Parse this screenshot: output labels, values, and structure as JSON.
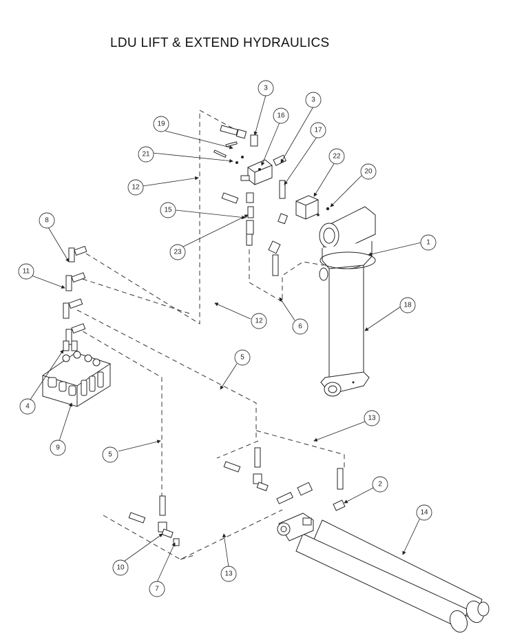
{
  "title": "LDU LIFT & EXTEND HYDRAULICS",
  "callouts": [
    "1",
    "2",
    "3",
    "3",
    "4",
    "5",
    "5",
    "6",
    "7",
    "8",
    "9",
    "10",
    "11",
    "12",
    "12",
    "13",
    "13",
    "14",
    "15",
    "16",
    "17",
    "18",
    "19",
    "20",
    "21",
    "22",
    "23"
  ]
}
